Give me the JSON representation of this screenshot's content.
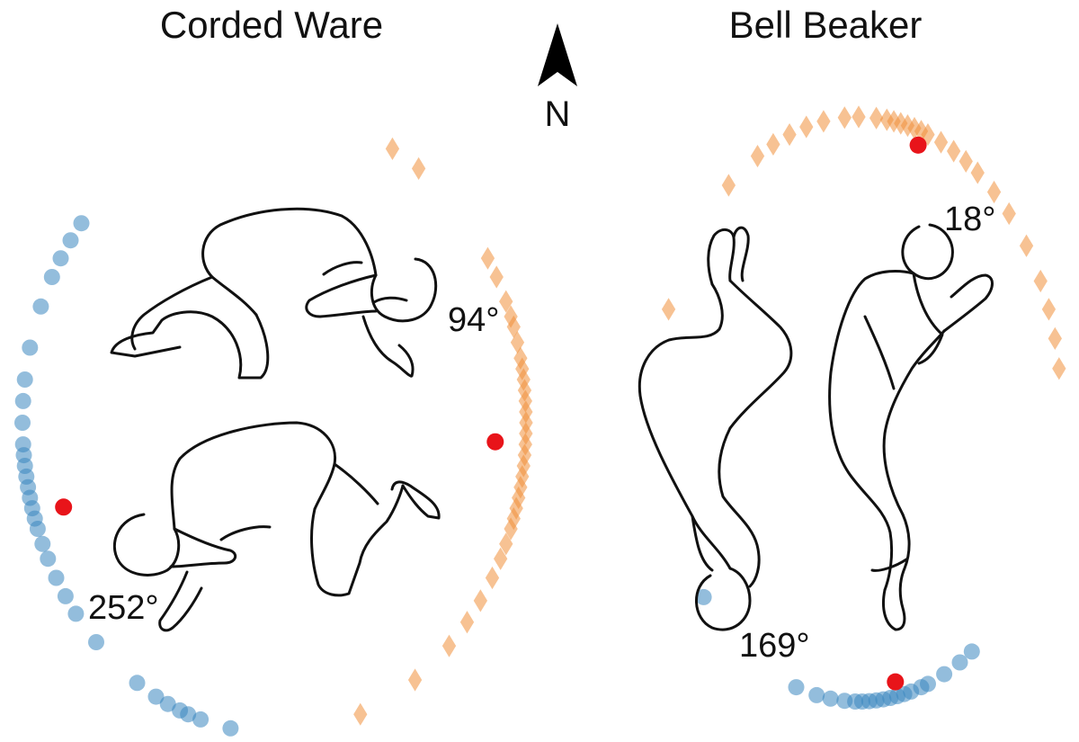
{
  "titles": {
    "left": "Corded Ware",
    "right": "Bell Beaker"
  },
  "north_label": "N",
  "colors": {
    "female": "#3a86c0",
    "male": "#f0903a",
    "mean": "#e8141a",
    "outline": "#111111"
  },
  "panels": {
    "corded_ware": {
      "angles": [
        "94°",
        "252°"
      ],
      "mean_orientations_deg": [
        94,
        252
      ],
      "male_orientations_deg": [
        28,
        35,
        58,
        62,
        67,
        70,
        72,
        75,
        78,
        80,
        82,
        84,
        86,
        88,
        90,
        92,
        94,
        96,
        98,
        100,
        102,
        104,
        106,
        108,
        110,
        113,
        116,
        120,
        125,
        130,
        136,
        146,
        160
      ],
      "female_orientations_deg": [
        190,
        197,
        200,
        202,
        205,
        208,
        213,
        225,
        232,
        236,
        240,
        244,
        247,
        250,
        252,
        254,
        256,
        258,
        260,
        262,
        264,
        266,
        270,
        274,
        278,
        284,
        292,
        298,
        302,
        306,
        310
      ]
    },
    "bell_beaker": {
      "angles": [
        "18°",
        "169°"
      ],
      "mean_orientations_deg": [
        18,
        169
      ],
      "male_orientations_deg": [
        290,
        320,
        330,
        335,
        340,
        345,
        350,
        356,
        0,
        5,
        8,
        10,
        12,
        14,
        16,
        18,
        20,
        24,
        28,
        32,
        36,
        42,
        48,
        56,
        64,
        70,
        76,
        82
      ],
      "female_orientations_deg": [
        146,
        150,
        155,
        160,
        162,
        165,
        167,
        169,
        171,
        173,
        175,
        177,
        179,
        181,
        184,
        188,
        192,
        198,
        230
      ]
    }
  }
}
